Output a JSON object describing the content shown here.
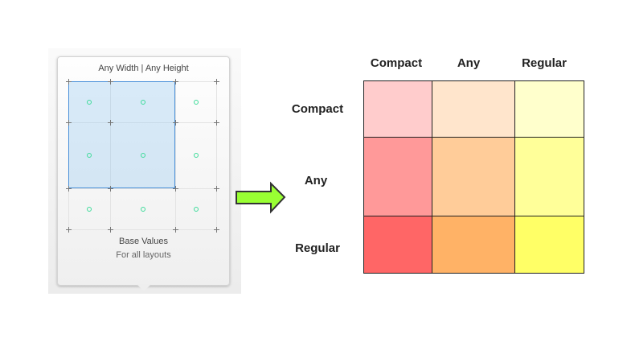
{
  "popover": {
    "title": "Any Width | Any Height",
    "base_label": "Base Values",
    "base_sub": "For all layouts"
  },
  "matrix": {
    "columns": [
      "Compact",
      "Any",
      "Regular"
    ],
    "rows": [
      "Compact",
      "Any",
      "Regular"
    ],
    "colors": [
      [
        "#ffcccc",
        "#ffe5cc",
        "#ffffcc"
      ],
      [
        "#ff9999",
        "#ffcc99",
        "#ffff99"
      ],
      [
        "#ff6666",
        "#ffb266",
        "#ffff66"
      ]
    ]
  },
  "arrow_color": "#99ff33"
}
